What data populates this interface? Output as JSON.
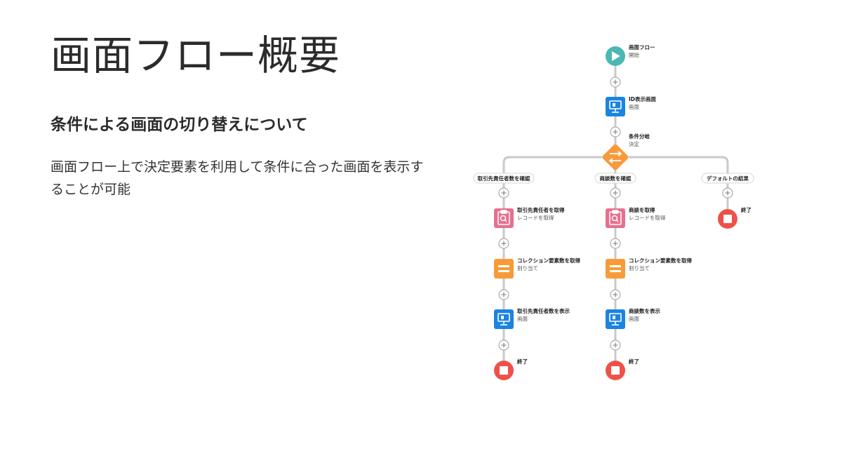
{
  "title": "画面フロー概要",
  "subtitle": "条件による画面の切り替えについて",
  "description": "画面フロー上で決定要素を利用して条件に合った画面を表示することが可能",
  "flow": {
    "start": {
      "label": "画面フロー",
      "sub": "開始"
    },
    "screen1": {
      "label": "ID表示画面",
      "sub": "画面"
    },
    "decision": {
      "label": "条件分岐",
      "sub": "決定"
    },
    "branches": [
      {
        "name": "取引先責任者数を確認"
      },
      {
        "name": "商談数を確認"
      },
      {
        "name": "デフォルトの結果"
      }
    ],
    "left": {
      "get": {
        "label": "取引先責任者を取得",
        "sub": "レコードを取得"
      },
      "assign": {
        "label": "コレクション要素数を取得",
        "sub": "割り当て"
      },
      "screen": {
        "label": "取引先責任者数を表示",
        "sub": "画面"
      },
      "end": {
        "label": "終了"
      }
    },
    "mid": {
      "get": {
        "label": "商談を取得",
        "sub": "レコードを取得"
      },
      "assign": {
        "label": "コレクション要素数を取得",
        "sub": "割り当て"
      },
      "screen": {
        "label": "商談数を表示",
        "sub": "画面"
      },
      "end": {
        "label": "終了"
      }
    },
    "right": {
      "end": {
        "label": "終了"
      }
    },
    "colors": {
      "start": "#4bb8b2",
      "screen": "#1b84e0",
      "decision": "#f89a3c",
      "get": "#e6708f",
      "assign": "#f79b38",
      "end": "#ef5148",
      "connector": "#c9c9c9"
    }
  }
}
